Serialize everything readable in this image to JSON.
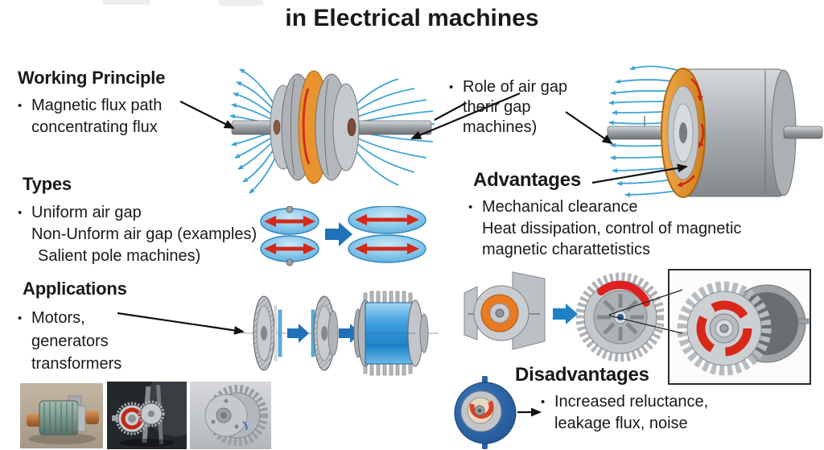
{
  "page": {
    "title_line": "in Electrical machines"
  },
  "sections": {
    "working_principle": {
      "heading": "Working Principle",
      "lines": [
        "Magnetic flux path",
        "concentrating flux"
      ]
    },
    "types": {
      "heading": "Types",
      "lines": [
        "Uniform air gap",
        "Non-Unform air gap (examples)",
        "Salient pole machines)"
      ]
    },
    "applications": {
      "heading": "Applications",
      "lines": [
        "Motors,",
        "generators",
        "transformers"
      ]
    },
    "role_of_air_gap": {
      "lines": [
        "Role of air gap",
        "therir gap",
        "machines)"
      ]
    },
    "advantages": {
      "heading": "Advantages",
      "lines": [
        "Mechanical clearance",
        "Heat dissipation, control of magnetic",
        "magnetic charattetistics"
      ]
    },
    "disadvantages": {
      "heading": "Disadvantages",
      "lines": [
        "Increased reluctance,",
        "leakage flux, noise"
      ]
    }
  },
  "figures": {
    "axial_flux_machine": "axial flux machine with magnetic flux lines",
    "radial_flux_machine": "cylindrical machine with flux lines and rotation arrows",
    "air_gap_lens_diagram": "uniform vs non-uniform air gap field comparison",
    "motor_assembly_sequence": "motor assembly sequence with blue stator",
    "rotor_stator_exploded": "rotor and stator exploded view",
    "rotor_detail_inset": "toothed rotor detail inset",
    "small_air_gap_motor": "small motor with highlighted air gap",
    "photo_copper_motor": "photo of motor with copper shaft ends",
    "photo_gear_mechanism": "photo of gear mechanism",
    "photo_finned_motor": "photo of finned motor"
  },
  "colors": {
    "flux_blue": "#3fa4d8",
    "accent_orange": "#e8942e",
    "highlight_red": "#d42818",
    "arrow_blue": "#1f72b8",
    "text_black": "#191919"
  }
}
